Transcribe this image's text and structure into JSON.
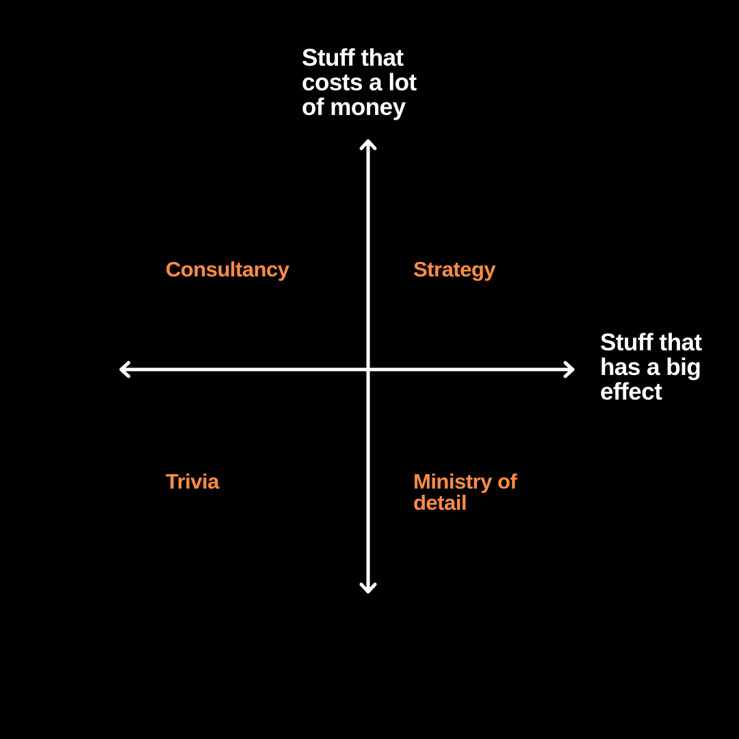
{
  "y_axis_label": [
    "Stuff that",
    "costs a lot",
    "of money"
  ],
  "x_axis_label": [
    "Stuff that",
    "has a big",
    "effect"
  ],
  "quadrants": {
    "top_left": "Consultancy",
    "top_right": "Strategy",
    "bottom_left": "Trivia",
    "bottom_right": [
      "Ministry of",
      "detail"
    ]
  },
  "colors": {
    "background": "#000000",
    "axis": "#ffffff",
    "quadrant_label": "#FF8C47"
  }
}
